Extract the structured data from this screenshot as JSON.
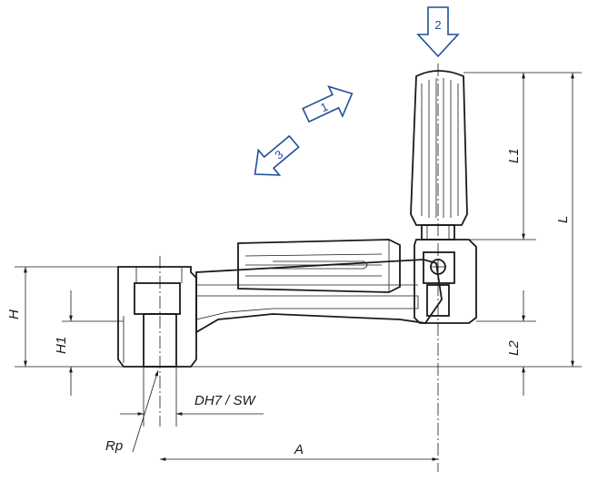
{
  "dimensions": {
    "H": "H",
    "H1": "H1",
    "L": "L",
    "L1": "L1",
    "L2": "L2",
    "A": "A",
    "DH7_SW": "DH7 / SW",
    "Rp": "Rp"
  },
  "arrows": {
    "arrow1": "1",
    "arrow2": "2",
    "arrow3": "3"
  },
  "colors": {
    "line": "#1a1a1a",
    "arrow": "#1f4e99",
    "background": "#ffffff"
  }
}
